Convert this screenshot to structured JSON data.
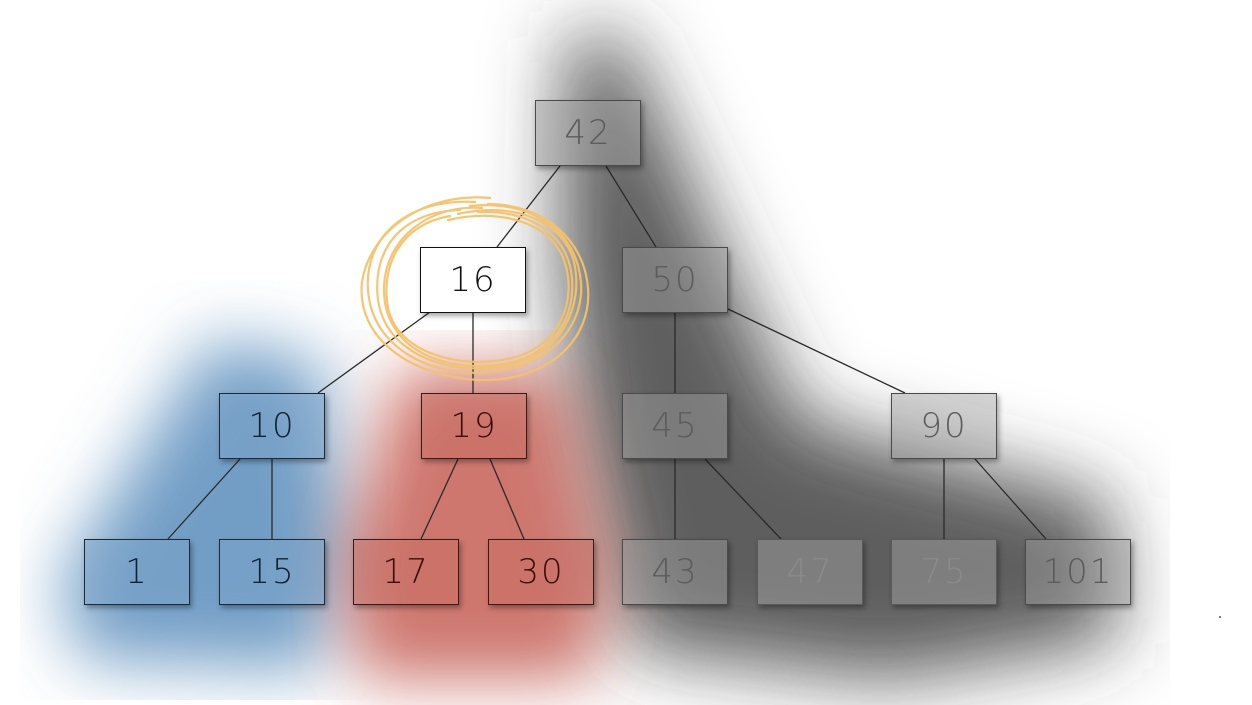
{
  "tree": {
    "highlight_color": "#f5c26b",
    "regions": {
      "left_subtree_color": "#5b8fbf",
      "right_subtree_color": "#c0524a",
      "excluded_color": "#3c3c3c"
    },
    "nodes": {
      "n42": "42",
      "n16": "16",
      "n50": "50",
      "n10": "10",
      "n19": "19",
      "n45": "45",
      "n90": "90",
      "n1": "1",
      "n15": "15",
      "n17": "17",
      "n30": "30",
      "n43": "43",
      "n47": "47",
      "n75": "75",
      "n101": "101"
    },
    "edges": [
      [
        "42",
        "16"
      ],
      [
        "42",
        "50"
      ],
      [
        "16",
        "10"
      ],
      [
        "16",
        "19"
      ],
      [
        "50",
        "45"
      ],
      [
        "50",
        "90"
      ],
      [
        "10",
        "1"
      ],
      [
        "10",
        "15"
      ],
      [
        "19",
        "17"
      ],
      [
        "19",
        "30"
      ],
      [
        "45",
        "43"
      ],
      [
        "45",
        "47"
      ],
      [
        "90",
        "75"
      ],
      [
        "90",
        "101"
      ]
    ],
    "focused_node": "16"
  }
}
